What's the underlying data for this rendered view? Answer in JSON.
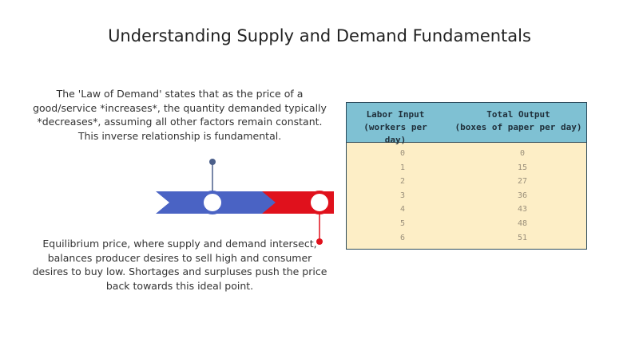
{
  "slide": {
    "title": "Understanding Supply and Demand Fundamentals",
    "paragraph_top": "The 'Law of Demand' states that as the price of a good/service *increases*, the quantity demanded typically *decreases*, assuming all other factors remain constant. This inverse relationship is fundamental.",
    "paragraph_bottom": "Equilibrium price, where supply and demand intersect, balances producer desires to sell high and consumer desires to buy low. Shortages and surpluses push the price back towards this ideal point."
  },
  "colors": {
    "blue_segment": "#4a63c4",
    "red_segment": "#e0111c",
    "table_header": "#7fc1d3",
    "table_body": "#fdeec6"
  },
  "table": {
    "header_left_line1": "Labor Input",
    "header_left_line2": "(workers per day)",
    "header_right_line1": "Total Output",
    "header_right_line2": "(boxes of paper per day)",
    "rows": [
      {
        "labor": "0",
        "output": "0"
      },
      {
        "labor": "1",
        "output": "15"
      },
      {
        "labor": "2",
        "output": "27"
      },
      {
        "labor": "3",
        "output": "36"
      },
      {
        "labor": "4",
        "output": "43"
      },
      {
        "labor": "5",
        "output": "48"
      },
      {
        "labor": "6",
        "output": "51"
      }
    ]
  }
}
